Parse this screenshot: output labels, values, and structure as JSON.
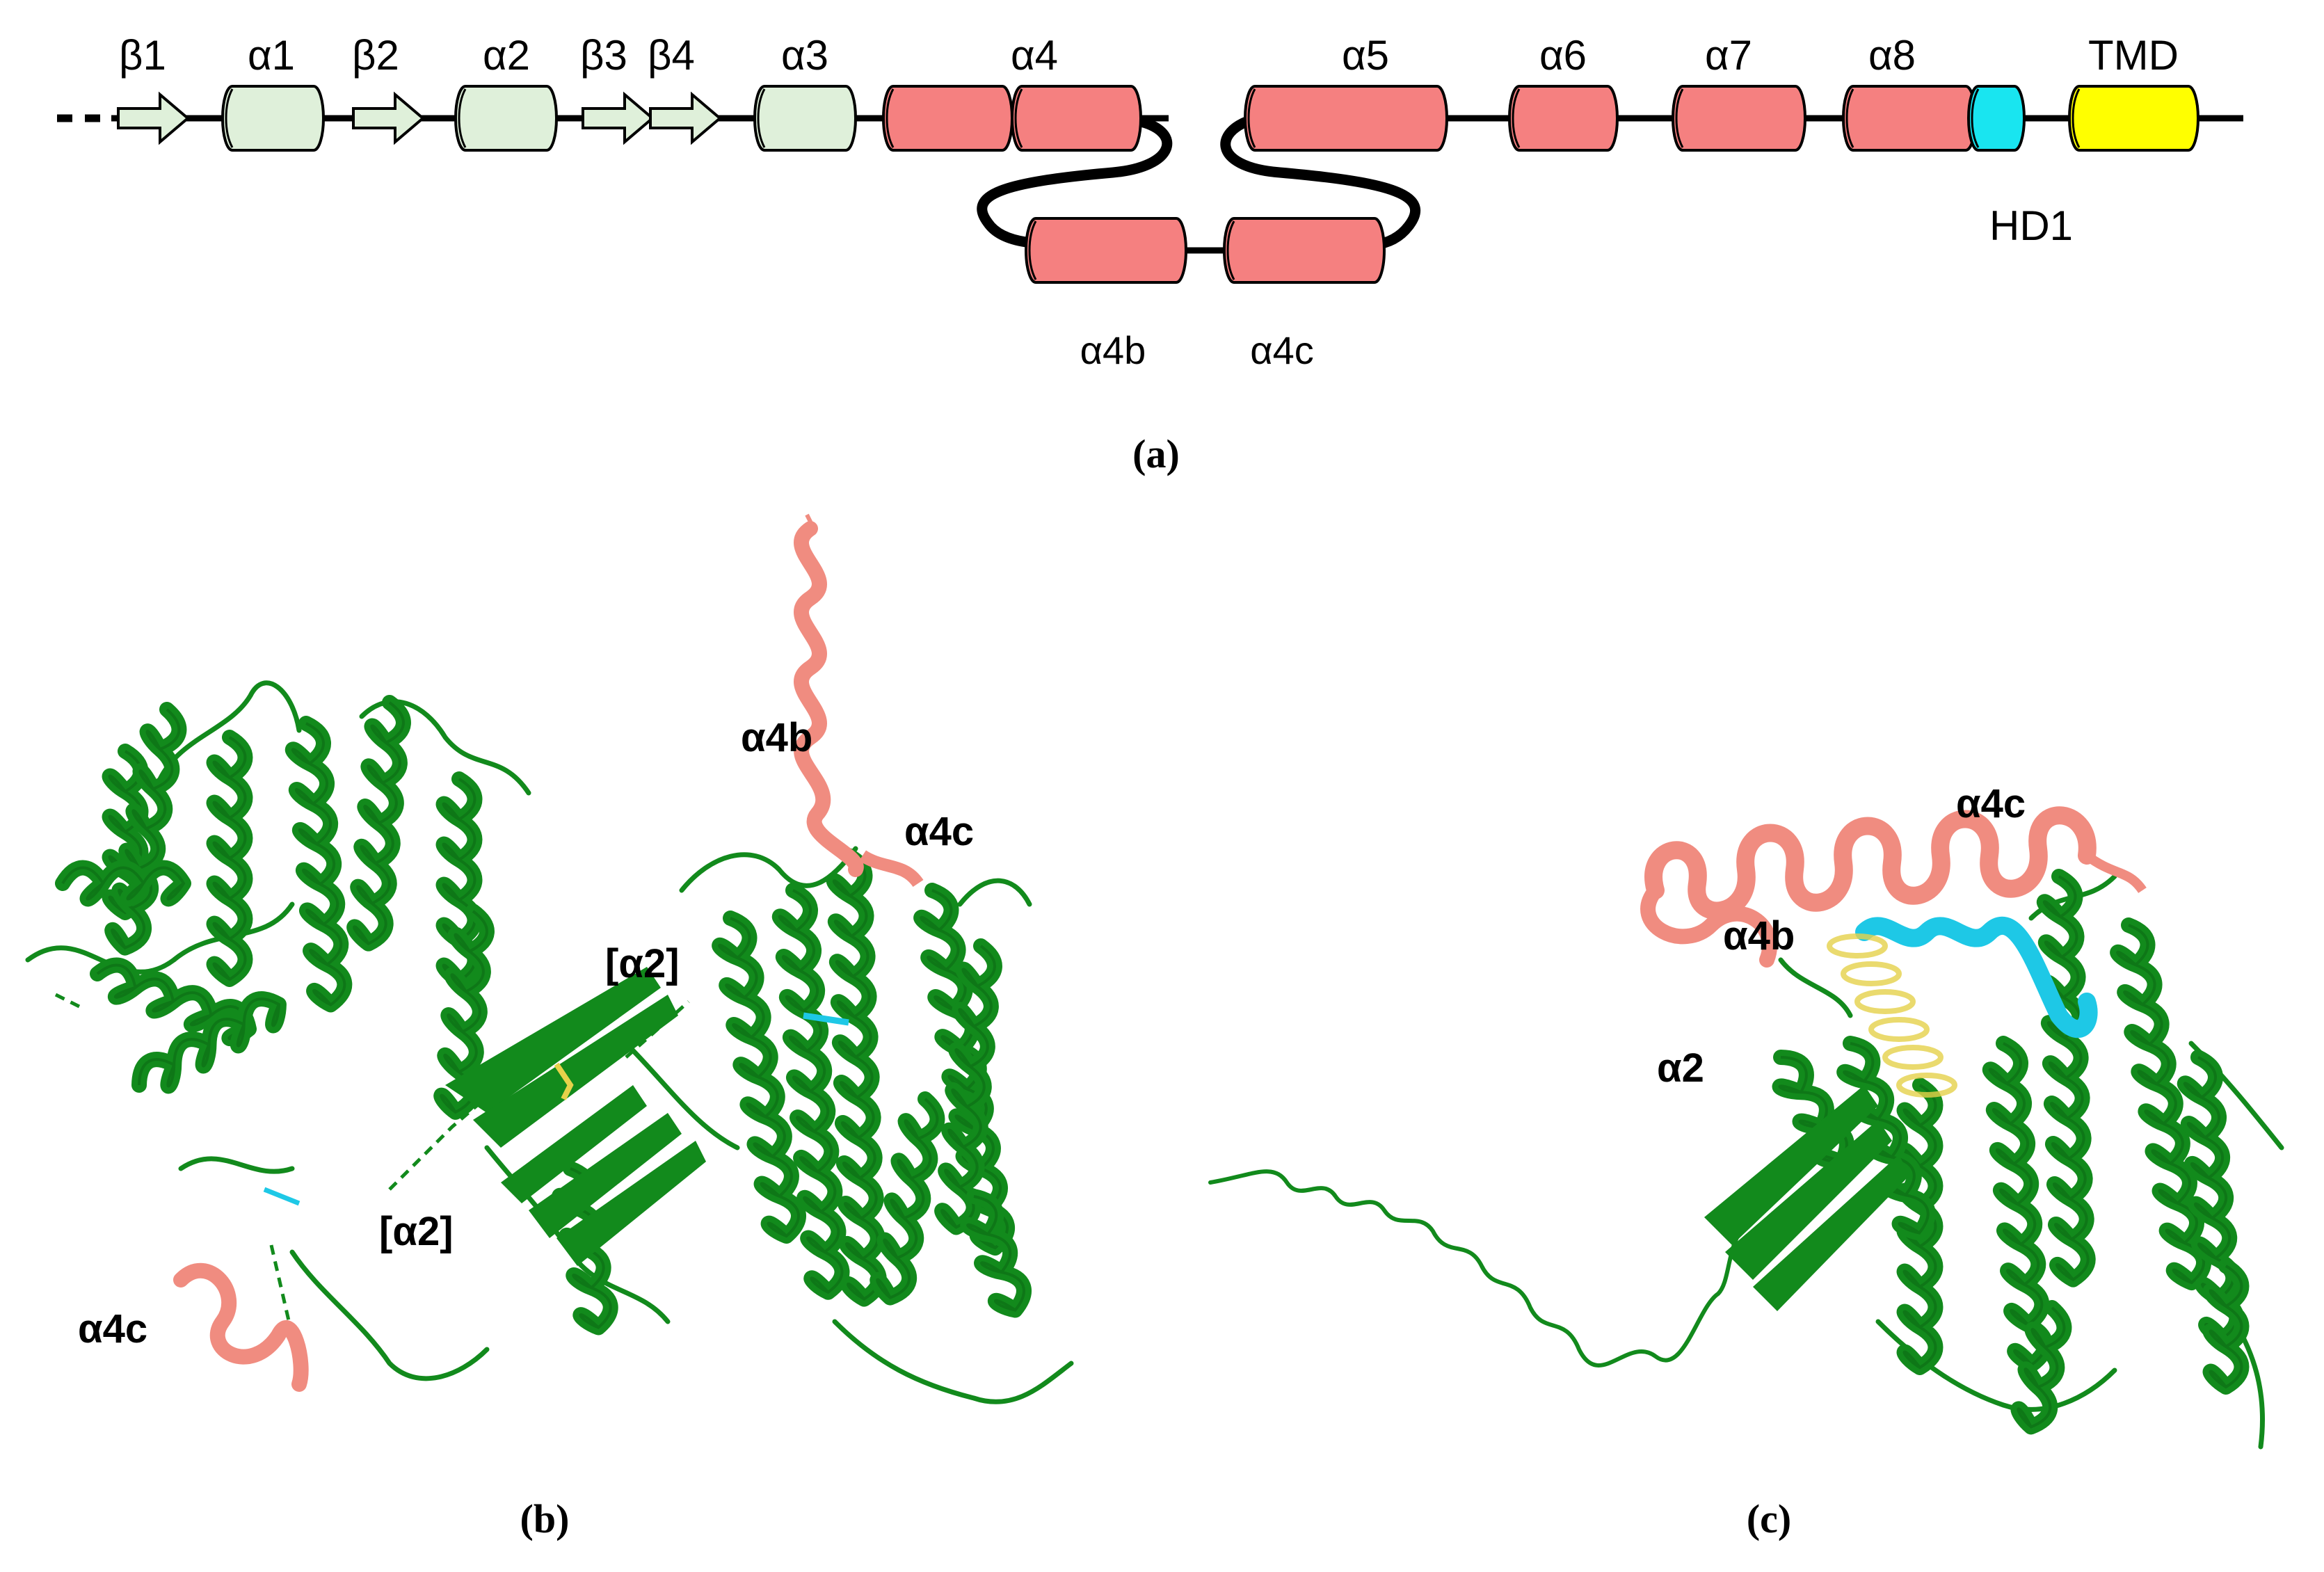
{
  "panel_a": {
    "caption": "(a)",
    "elements": [
      {
        "kind": "strand",
        "label": "β1",
        "group": "nterm"
      },
      {
        "kind": "helix",
        "label": "α1",
        "group": "nterm"
      },
      {
        "kind": "strand",
        "label": "β2",
        "group": "nterm"
      },
      {
        "kind": "helix",
        "label": "α2",
        "group": "nterm"
      },
      {
        "kind": "strand",
        "label": "β3",
        "group": "nterm"
      },
      {
        "kind": "strand",
        "label": "β4",
        "group": "nterm"
      },
      {
        "kind": "helix",
        "label": "α3",
        "group": "nterm"
      },
      {
        "kind": "helix",
        "label": "α4",
        "group": "core"
      },
      {
        "kind": "helix",
        "label": "α5",
        "group": "core"
      },
      {
        "kind": "helix",
        "label": "α6",
        "group": "core"
      },
      {
        "kind": "helix",
        "label": "α7",
        "group": "core"
      },
      {
        "kind": "helix",
        "label": "α8",
        "group": "core"
      },
      {
        "kind": "helix",
        "label": "HD1",
        "group": "hd1"
      },
      {
        "kind": "helix",
        "label": "TMD",
        "group": "tmd"
      }
    ],
    "loop_helices": [
      "α4b",
      "α4c"
    ]
  },
  "panel_b": {
    "caption": "(b)",
    "labels": [
      "α4b",
      "α4c",
      "[α2]",
      "[α2]",
      "α4c"
    ]
  },
  "panel_c": {
    "caption": "(c)",
    "labels": [
      "α4c",
      "α4b",
      "α2"
    ]
  },
  "colors": {
    "nterm": "#dff0da",
    "core": "#f58080",
    "hd1": "#19e5f0",
    "tmd": "#ffff00",
    "green": "#128a1c",
    "green_dark": "#0a6412",
    "salmon": "#f08c80",
    "cyan": "#1ec8e6",
    "yellow": "#e6d24a",
    "line": "#000000"
  }
}
